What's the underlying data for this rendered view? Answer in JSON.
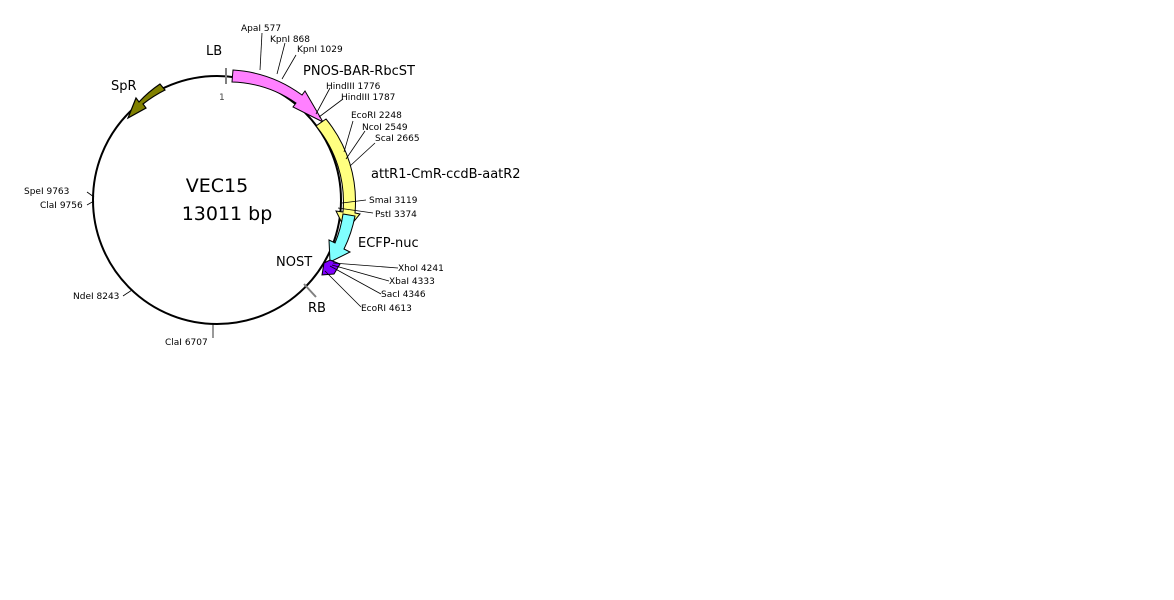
{
  "plasmid": {
    "name": "VEC15",
    "size_label": "13011 bp",
    "length": 13011,
    "start_label": "1"
  },
  "features": [
    {
      "key": "pnos-bar-rbcst",
      "label": "PNOS-BAR-RbcST",
      "color": "#ff80ff"
    },
    {
      "key": "attr1-cmr-ccdb-aatr2",
      "label": "attR1-CmR-ccdB-aatR2",
      "color": "#ffff80"
    },
    {
      "key": "ecfp-nuc",
      "label": "ECFP-nuc",
      "color": "#80ffff"
    },
    {
      "key": "nost",
      "label": "NOST",
      "color": "#8000ff"
    },
    {
      "key": "spr",
      "label": "SpR",
      "color": "#808000"
    }
  ],
  "markers": [
    {
      "key": "lb",
      "label": "LB"
    },
    {
      "key": "rb",
      "label": "RB"
    }
  ],
  "sites": [
    {
      "key": "apai-577",
      "label": "ApaI 577"
    },
    {
      "key": "kpni-868",
      "label": "KpnI 868"
    },
    {
      "key": "kpni-1029",
      "label": "KpnI 1029"
    },
    {
      "key": "hindiii-1776",
      "label": "HindIII 1776"
    },
    {
      "key": "hindiii-1787",
      "label": "HindIII 1787"
    },
    {
      "key": "ecori-2248",
      "label": "EcoRI 2248"
    },
    {
      "key": "ncoi-2549",
      "label": "NcoI 2549"
    },
    {
      "key": "scai-2665",
      "label": "ScaI 2665"
    },
    {
      "key": "smai-3119",
      "label": "SmaI 3119"
    },
    {
      "key": "psti-3374",
      "label": "PstI 3374"
    },
    {
      "key": "xhoi-4241",
      "label": "XhoI 4241"
    },
    {
      "key": "xbai-4333",
      "label": "XbaI 4333"
    },
    {
      "key": "saci-4346",
      "label": "SacI 4346"
    },
    {
      "key": "ecori-4613",
      "label": "EcoRI 4613"
    },
    {
      "key": "clai-6707",
      "label": "ClaI 6707"
    },
    {
      "key": "ndei-8243",
      "label": "NdeI 8243"
    },
    {
      "key": "clai-9756",
      "label": "ClaI 9756"
    },
    {
      "key": "spei-9763",
      "label": "SpeI 9763"
    }
  ]
}
